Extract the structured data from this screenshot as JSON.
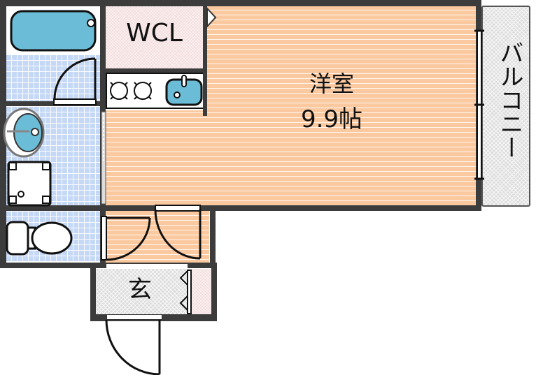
{
  "floor_plan": {
    "rooms": {
      "western_room": {
        "name": "洋室",
        "size": "9.9帖"
      },
      "walk_in_closet": {
        "name": "WCL"
      },
      "balcony": {
        "name": "バルコニー"
      },
      "entrance": {
        "name": "玄"
      }
    },
    "fixtures": [
      "bathtub",
      "bath-door",
      "washbasin",
      "washing-machine-pan",
      "toilet",
      "two-burner-stove",
      "kitchen-sink",
      "closet-double-doors",
      "entry-door",
      "shoe-cabinet"
    ],
    "colors": {
      "wall": "#3c3c3c",
      "wood_floor": "#fbc9a0",
      "tile_floor": "#c5d8f5",
      "wcl_floor": "#f3dcdc",
      "balcony_floor": "#dcdcdc",
      "fixture_blue": "#6bbcd6"
    }
  }
}
